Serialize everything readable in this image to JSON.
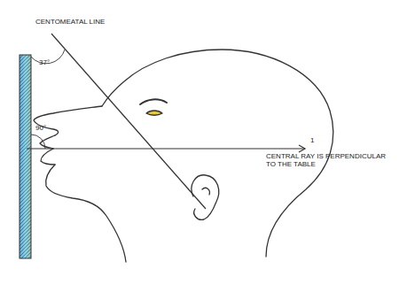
{
  "diagram": {
    "labels": [
      "CENTOMEATAL LINE",
      "37°",
      "90°",
      "1",
      "CENTRAL RAY IS PERPENDICULAR TO THE TABLE"
    ]
  }
}
